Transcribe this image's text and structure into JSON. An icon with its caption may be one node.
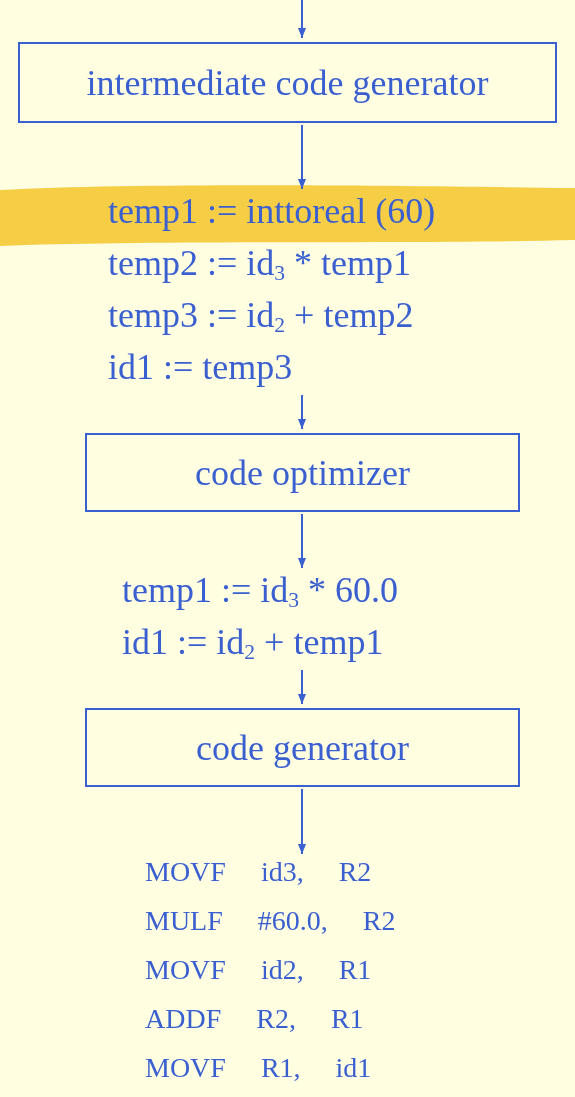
{
  "diagram": {
    "nodes": [
      {
        "text": [
          "intermediate code generator"
        ]
      },
      {
        "text": [
          "temp1 := inttoreal (60)",
          "temp2 := id$_{3}$ * temp1",
          "temp3 := id$_{2}$ + temp2",
          "id1 := temp3"
        ]
      },
      {
        "text": [
          "code optimizer"
        ]
      },
      {
        "text": [
          "temp1 := id$_{3}$ * 60.0",
          "id1 := id$_{2}$ + temp1"
        ]
      },
      {
        "text": [
          "code generator"
        ]
      },
      {
        "text": [
          "MOVF id3, R2",
          "MULF #60.0, R2",
          "MOVF id2, R1",
          "ADDF R2, R1",
          "MOVF R1, id1"
        ]
      }
    ],
    "edges": [
      {
        "from": null,
        "to": 0,
        "arrow": "to"
      },
      {
        "from": 0,
        "to": 1,
        "arrow": "to"
      },
      {
        "from": 1,
        "to": 2,
        "arrow": "to"
      },
      {
        "from": 2,
        "to": 3,
        "arrow": "to"
      },
      {
        "from": 3,
        "to": 4,
        "arrow": "to"
      },
      {
        "from": 4,
        "to": 5,
        "arrow": "to"
      }
    ]
  }
}
